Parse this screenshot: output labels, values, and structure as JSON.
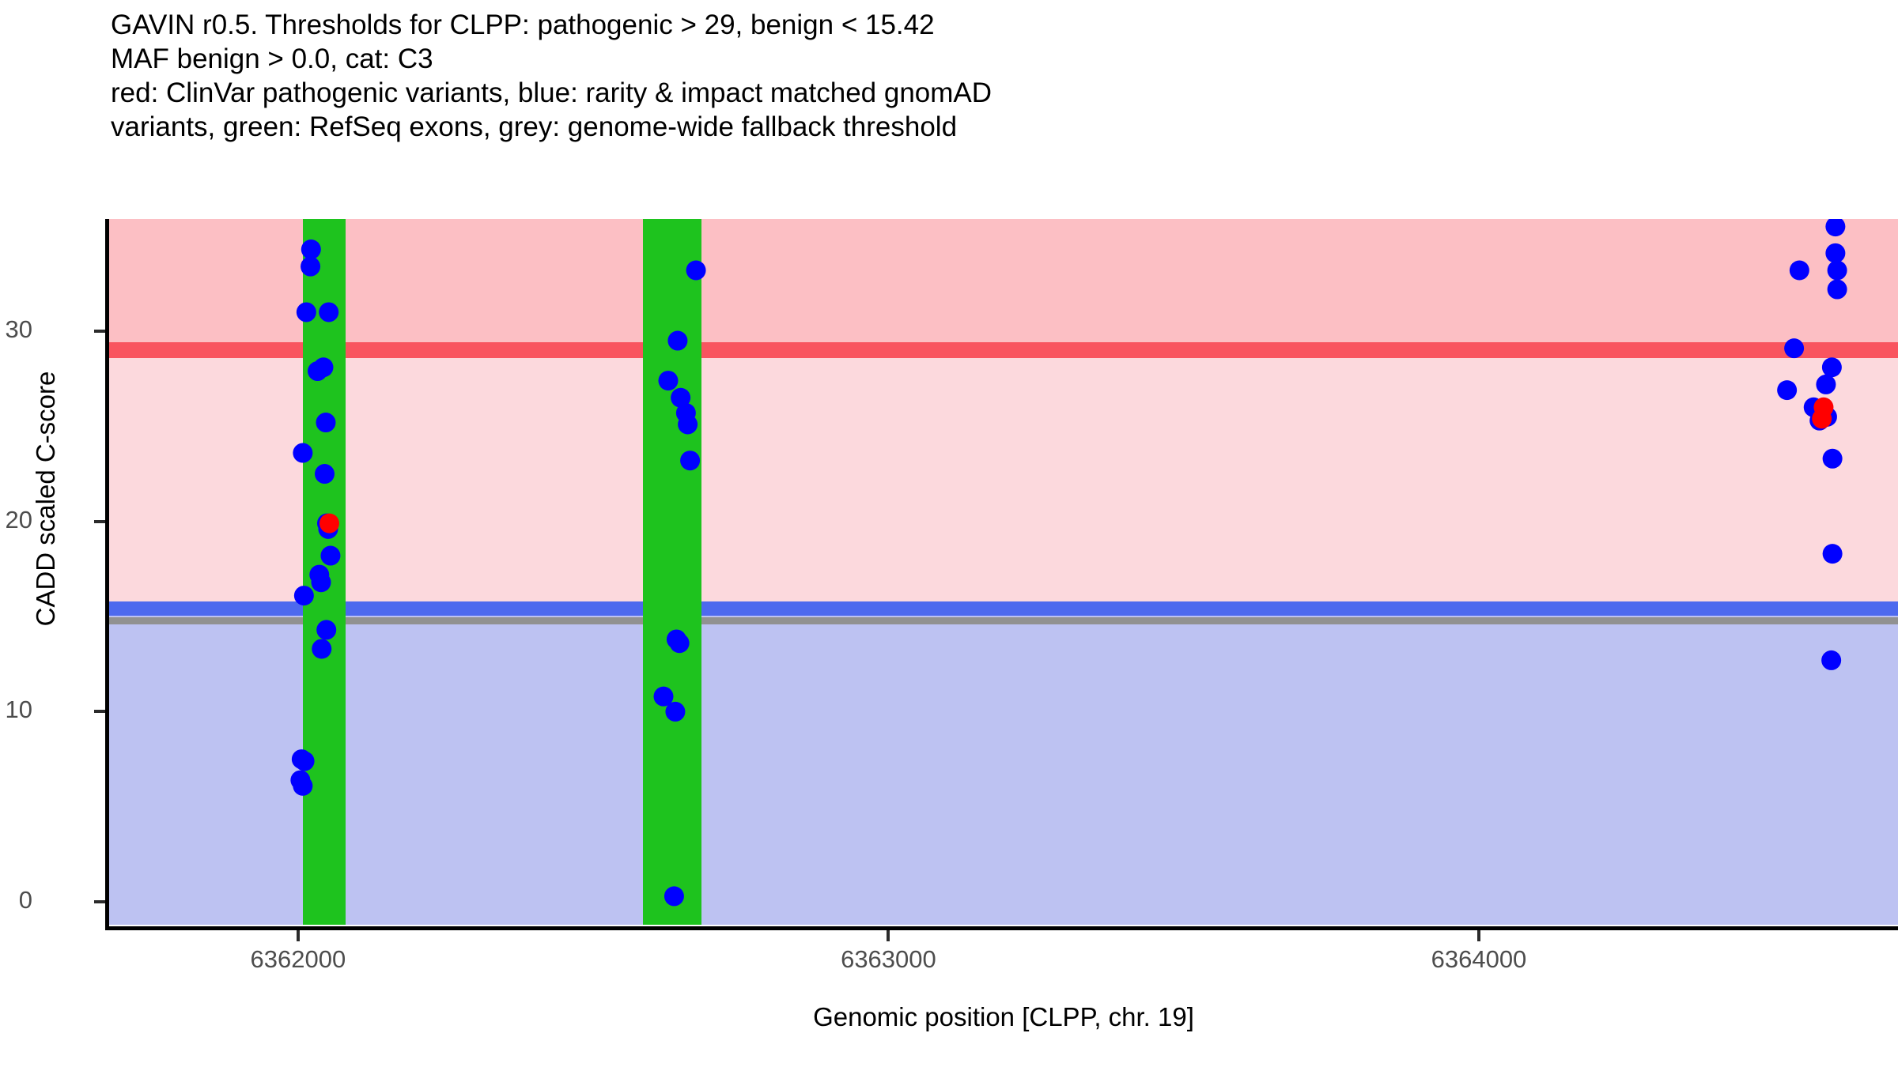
{
  "title": {
    "lines": [
      "GAVIN r0.5. Thresholds for CLPP: pathogenic > 29, benign < 15.42",
      "MAF benign > 0.0, cat: C3",
      "red: ClinVar pathogenic variants, blue: rarity & impact matched gnomAD",
      "variants, green: RefSeq exons, grey: genome-wide fallback threshold"
    ]
  },
  "chart_data": {
    "type": "scatter",
    "title": "GAVIN r0.5. Thresholds for CLPP: pathogenic > 29, benign < 15.42",
    "xlabel": "Genomic position [CLPP, chr. 19]",
    "ylabel": "CADD scaled C-score",
    "xlim": [
      6361680,
      6364710
    ],
    "ylim": [
      -1.2,
      35.9
    ],
    "xticks": [
      6362000,
      6363000,
      6364000
    ],
    "xtick_labels": [
      "6362000",
      "6363000",
      "6364000"
    ],
    "yticks": [
      0,
      10,
      20,
      30
    ],
    "ytick_labels": [
      "0",
      "10",
      "20",
      "30"
    ],
    "grid": false,
    "legend": "none",
    "gene": "CLPP",
    "chromosome": "19",
    "thresholds": {
      "pathogenic": 29,
      "benign": 15.42,
      "genome_wide_fallback": 14.8
    },
    "bands": [
      {
        "name": "pathogenic-zone",
        "color": "#fcbfc4",
        "y_from": 29,
        "y_to": 35.9
      },
      {
        "name": "vous-zone",
        "color": "#fcd9dd",
        "y_from": 15.42,
        "y_to": 29
      },
      {
        "name": "benign-zone",
        "color": "#bdc2f2",
        "y_from": -1.2,
        "y_to": 15.42
      },
      {
        "name": "pathogenic-threshold-line",
        "color": "#f9545f",
        "y_from": 28.6,
        "y_to": 29.4
      },
      {
        "name": "benign-threshold-line",
        "color": "#4d69ee",
        "y_from": 15.06,
        "y_to": 15.78
      },
      {
        "name": "fallback-threshold-line",
        "color": "#919191",
        "y_from": 14.58,
        "y_to": 14.96
      }
    ],
    "exons": [
      {
        "name": "exon-1",
        "color": "#1ec31e",
        "x_from": 6362008,
        "x_to": 6362080
      },
      {
        "name": "exon-2",
        "color": "#1ec31e",
        "x_from": 6362584,
        "x_to": 6362683
      }
    ],
    "series": [
      {
        "name": "rarity & impact matched gnomAD variants",
        "color": "#0000ff",
        "points": [
          {
            "x": 6362022,
            "y": 34.3
          },
          {
            "x": 6362021,
            "y": 33.4
          },
          {
            "x": 6362014,
            "y": 31.0
          },
          {
            "x": 6362052,
            "y": 31.0
          },
          {
            "x": 6362033,
            "y": 27.9
          },
          {
            "x": 6362043,
            "y": 28.1
          },
          {
            "x": 6362047,
            "y": 25.2
          },
          {
            "x": 6362008,
            "y": 23.6
          },
          {
            "x": 6362045,
            "y": 22.5
          },
          {
            "x": 6362049,
            "y": 19.9
          },
          {
            "x": 6362051,
            "y": 19.6
          },
          {
            "x": 6362055,
            "y": 18.2
          },
          {
            "x": 6362036,
            "y": 17.2
          },
          {
            "x": 6362039,
            "y": 16.8
          },
          {
            "x": 6362010,
            "y": 16.1
          },
          {
            "x": 6362048,
            "y": 14.3
          },
          {
            "x": 6362040,
            "y": 13.3
          },
          {
            "x": 6362006,
            "y": 7.5
          },
          {
            "x": 6362011,
            "y": 7.4
          },
          {
            "x": 6362004,
            "y": 6.4
          },
          {
            "x": 6362008,
            "y": 6.1
          },
          {
            "x": 6362674,
            "y": 33.2
          },
          {
            "x": 6362643,
            "y": 29.5
          },
          {
            "x": 6362627,
            "y": 27.4
          },
          {
            "x": 6362648,
            "y": 26.5
          },
          {
            "x": 6362657,
            "y": 25.7
          },
          {
            "x": 6362660,
            "y": 25.1
          },
          {
            "x": 6362664,
            "y": 23.2
          },
          {
            "x": 6362641,
            "y": 13.8
          },
          {
            "x": 6362646,
            "y": 13.6
          },
          {
            "x": 6362619,
            "y": 10.8
          },
          {
            "x": 6362639,
            "y": 10.0
          },
          {
            "x": 6362637,
            "y": 0.3
          },
          {
            "x": 6364543,
            "y": 33.2
          },
          {
            "x": 6364604,
            "y": 35.5
          },
          {
            "x": 6364604,
            "y": 34.1
          },
          {
            "x": 6364607,
            "y": 33.2
          },
          {
            "x": 6364607,
            "y": 32.2
          },
          {
            "x": 6364534,
            "y": 29.1
          },
          {
            "x": 6364598,
            "y": 28.1
          },
          {
            "x": 6364588,
            "y": 27.2
          },
          {
            "x": 6364522,
            "y": 26.9
          },
          {
            "x": 6364567,
            "y": 26.0
          },
          {
            "x": 6364581,
            "y": 25.9
          },
          {
            "x": 6364586,
            "y": 25.6
          },
          {
            "x": 6364590,
            "y": 25.5
          },
          {
            "x": 6364577,
            "y": 25.3
          },
          {
            "x": 6364599,
            "y": 23.3
          },
          {
            "x": 6364599,
            "y": 18.3
          },
          {
            "x": 6364597,
            "y": 12.7
          }
        ]
      },
      {
        "name": "ClinVar pathogenic variants",
        "color": "#ff0000",
        "points": [
          {
            "x": 6362053,
            "y": 19.9
          },
          {
            "x": 6364584,
            "y": 26.0
          },
          {
            "x": 6364581,
            "y": 25.4
          }
        ]
      }
    ]
  }
}
